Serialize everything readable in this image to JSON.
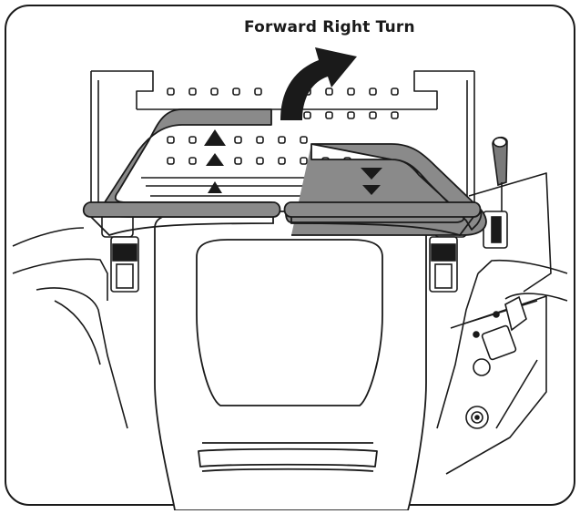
{
  "diagram": {
    "caption": "Forward Right Turn"
  },
  "colors": {
    "outline": "#1a1a1a",
    "lever_fill": "#8a8a8a",
    "background": "#ffffff"
  },
  "icons": {
    "turn_arrow": "curved-arrow-up-right",
    "forward_arrows": "triangle-up-stack",
    "reverse_arrows": "triangle-down-stack"
  }
}
